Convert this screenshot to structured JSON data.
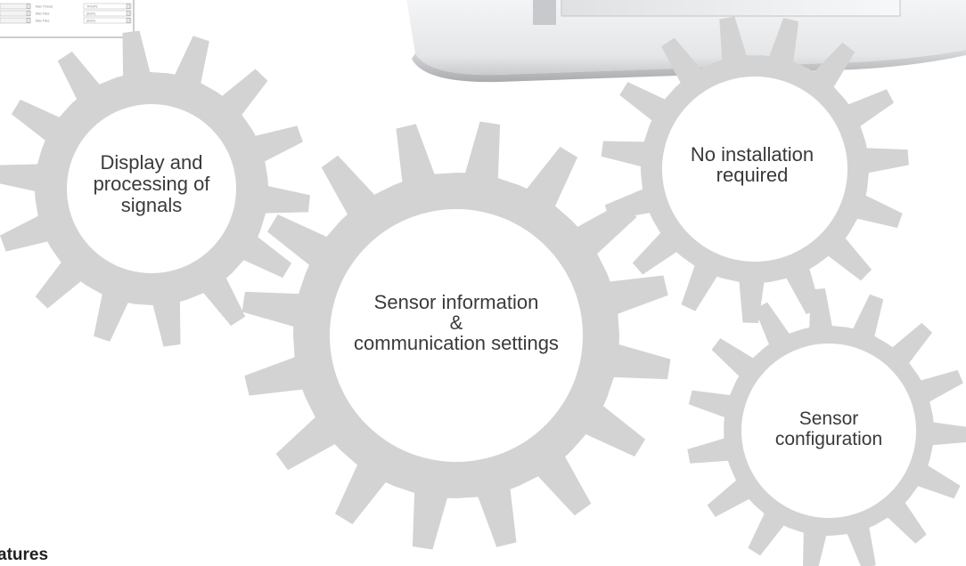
{
  "heading": "atures",
  "gears": [
    {
      "id": "display",
      "lines": [
        "Display and",
        "processing of",
        "signals"
      ]
    },
    {
      "id": "sensor-info",
      "lines": [
        "Sensor information",
        "&",
        "communication settings"
      ]
    },
    {
      "id": "no-install",
      "lines": [
        "No installation",
        "required"
      ]
    },
    {
      "id": "sensor-config",
      "lines": [
        "Sensor",
        "configuration"
      ]
    }
  ],
  "table_fragment": {
    "labels": [
      "Max Thread",
      "Max Files",
      "Max Files"
    ],
    "values": [
      "YRGPS",
      "(BUR)",
      "(BUR)"
    ]
  }
}
